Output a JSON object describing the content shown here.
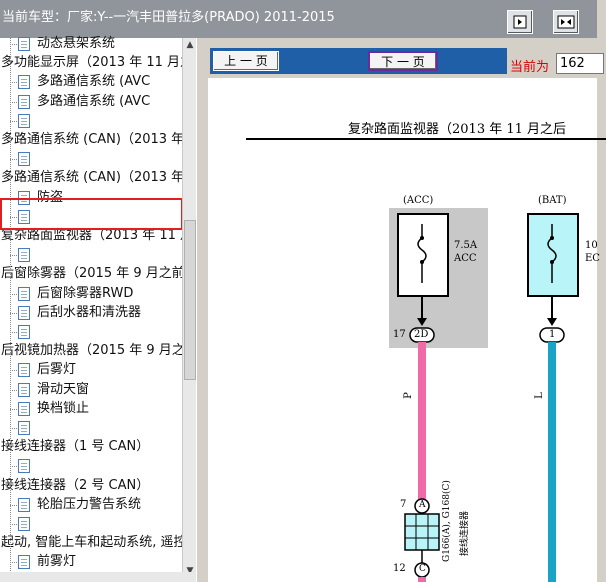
{
  "window": {
    "title": "当前车型：厂家:Y--一汽丰田普拉多(PRADO) 2011-2015"
  },
  "tree": {
    "items": [
      {
        "label": "动态悬架系统",
        "level": 2
      },
      {
        "label": "多功能显示屏（2013 年 11 月之",
        "level": 1
      },
      {
        "label": "多路通信系统 (AVC",
        "level": 2
      },
      {
        "label": "多路通信系统 (AVC",
        "level": 2
      },
      {
        "label": "",
        "level": 2
      },
      {
        "label": "多路通信系统 (CAN)（2013 年",
        "level": 1
      },
      {
        "label": "",
        "level": 2
      },
      {
        "label": "多路通信系统 (CAN)（2013 年",
        "level": 1
      },
      {
        "label": "防盗",
        "level": 2
      },
      {
        "label": "",
        "level": 2
      },
      {
        "label": "复杂路面监视器（2013 年 11 月",
        "level": 1,
        "selected": true
      },
      {
        "label": "",
        "level": 2
      },
      {
        "label": "后窗除雾器（2015 年 9 月之前",
        "level": 1
      },
      {
        "label": "后窗除雾器RWD",
        "level": 2
      },
      {
        "label": "后刮水器和清洗器",
        "level": 2
      },
      {
        "label": "",
        "level": 2
      },
      {
        "label": "后视镜加热器（2015 年 9 月之",
        "level": 1
      },
      {
        "label": "后雾灯",
        "level": 2
      },
      {
        "label": "滑动天窗",
        "level": 2
      },
      {
        "label": "换档锁止",
        "level": 2
      },
      {
        "label": "",
        "level": 2
      },
      {
        "label": "接线连接器（1 号 CAN）",
        "level": 1
      },
      {
        "label": "",
        "level": 2
      },
      {
        "label": "接线连接器（2 号 CAN）",
        "level": 1
      },
      {
        "label": "轮胎压力警告系统",
        "level": 2
      },
      {
        "label": "",
        "level": 2
      },
      {
        "label": "起动, 智能上车和起动系统, 遥控",
        "level": 1
      },
      {
        "label": "前雾灯",
        "level": 2
      }
    ]
  },
  "nav": {
    "prev_label": "上 一 页",
    "next_label": "下 一 页",
    "current_label": "当前为",
    "current_page": "162"
  },
  "diagram": {
    "title": "复杂路面监视器（2013 年 11 月之后",
    "acc_label": "(ACC)",
    "bat_label": "(BAT)",
    "fuse1_rating": "7.5A",
    "fuse1_name": "ACC",
    "fuse2_rating": "10",
    "fuse2_name": "EC",
    "pin17": "17",
    "conn_2d": "2D",
    "conn_1": "1",
    "wire_p": "P",
    "wire_l": "L",
    "pin7": "7",
    "pin_a": "A",
    "pin12": "12",
    "pin_c": "C",
    "connector_id": "G166(A), G168(C)",
    "connector_name": "接线连接器",
    "colors": {
      "pink_wire": "#f06aa8",
      "blue_wire": "#1aa3c9",
      "fuse_box_gray": "#c8c8c8",
      "fuse_cyan": "#b8f4f8"
    }
  }
}
